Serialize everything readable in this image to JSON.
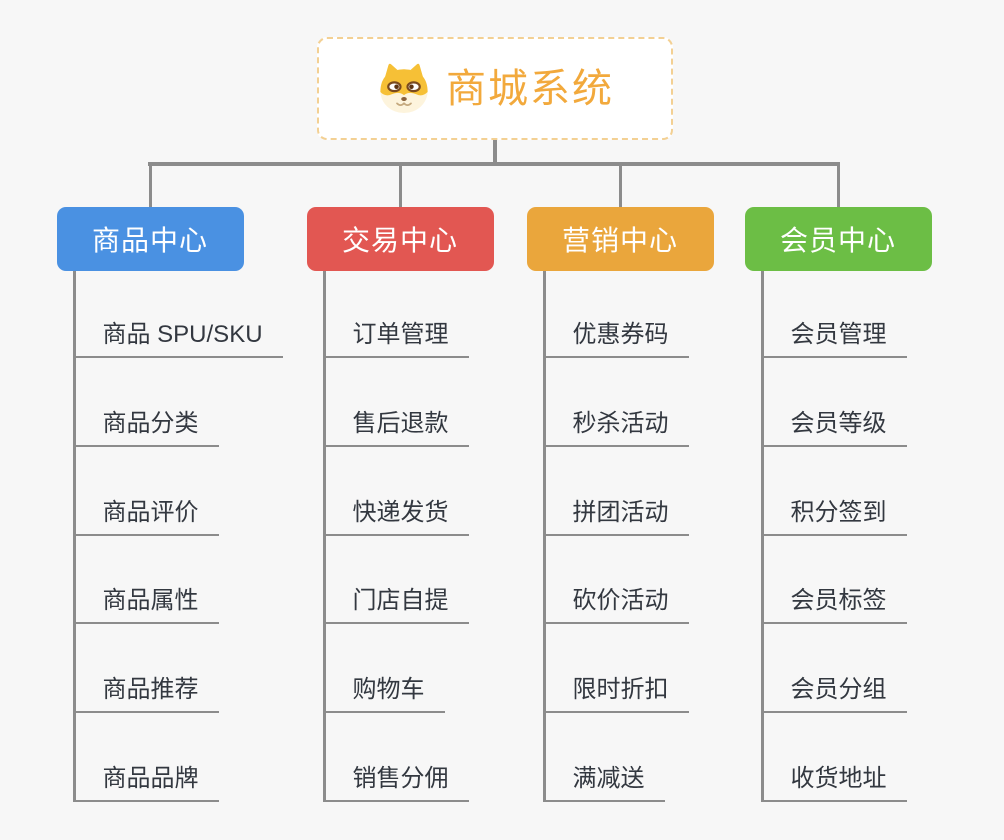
{
  "root": {
    "title": "商城系统",
    "icon": "dog-face-icon"
  },
  "theme": {
    "background": "#f7f7f7",
    "connector": "#8c8c8c",
    "item_text": "#333840",
    "root_title": "#f2a93c",
    "root_border": "#f3d093",
    "node_text": "#ffffff"
  },
  "branches": [
    {
      "label": "商品中心",
      "color": "#4a91e2",
      "items": [
        "商品 SPU/SKU",
        "商品分类",
        "商品评价",
        "商品属性",
        "商品推荐",
        "商品品牌"
      ]
    },
    {
      "label": "交易中心",
      "color": "#e25752",
      "items": [
        "订单管理",
        "售后退款",
        "快递发货",
        "门店自提",
        "购物车",
        "销售分佣"
      ]
    },
    {
      "label": "营销中心",
      "color": "#eaa63c",
      "items": [
        "优惠券码",
        "秒杀活动",
        "拼团活动",
        "砍价活动",
        "限时折扣",
        "满减送"
      ]
    },
    {
      "label": "会员中心",
      "color": "#6cbe45",
      "items": [
        "会员管理",
        "会员等级",
        "积分签到",
        "会员标签",
        "会员分组",
        "收货地址"
      ]
    }
  ]
}
